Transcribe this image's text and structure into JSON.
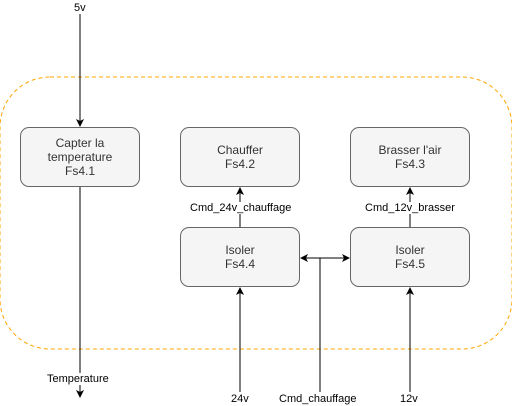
{
  "boundary": {
    "stroke": "#FFA500"
  },
  "blocks": {
    "capter": {
      "line1": "Capter la",
      "line2": "temperature",
      "id": "Fs4.1"
    },
    "chauffer": {
      "line1": "Chauffer",
      "id": "Fs4.2"
    },
    "brasser": {
      "line1": "Brasser l'air",
      "id": "Fs4.3"
    },
    "isoler_a": {
      "line1": "Isoler",
      "id": "Fs4.4"
    },
    "isoler_b": {
      "line1": "Isoler",
      "id": "Fs4.5"
    }
  },
  "signals": {
    "input_5v": "5v",
    "output_temperature": "Temperature",
    "cmd_24v_chauffage": "Cmd_24v_chauffage",
    "cmd_12v_brasser": "Cmd_12v_brasser",
    "input_24v": "24v",
    "cmd_chauffage": "Cmd_chauffage",
    "input_12v": "12v"
  },
  "colors": {
    "block_fill": "#f5f5f5",
    "block_stroke": "#666666",
    "edge": "#000000"
  }
}
